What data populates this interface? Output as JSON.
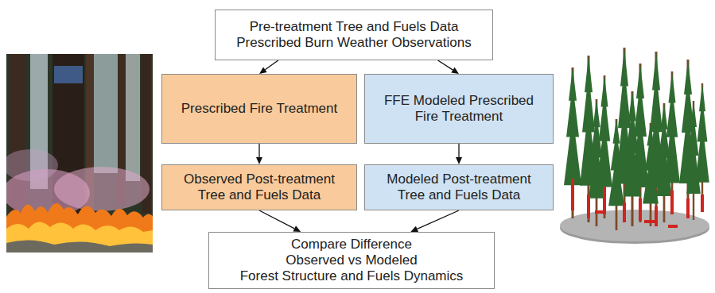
{
  "diagram": {
    "nodes": [
      {
        "text": [
          "Pre-treatment Tree and Fuels Data Prescribed Burn Weather Observations"
        ]
      },
      {
        "text": [
          "Prescribed Fire Treatment"
        ]
      },
      {
        "text": [
          "FFE Modeled Prescribed Fire Treatment"
        ]
      },
      {
        "text": [
          "Observed Post-treatment Tree and Fuels Data"
        ]
      },
      {
        "text": [
          "Modeled Post-treatment Tree and Fuels Data"
        ]
      },
      {
        "text": [
          "Compare Difference",
          "Observed vs Modeled",
          "Forest Structure and Fuels Dynamics"
        ]
      }
    ],
    "edges": [
      {
        "from": 0,
        "to": 1,
        "arrow": "to"
      },
      {
        "from": 0,
        "to": 2,
        "arrow": "to"
      },
      {
        "from": 1,
        "to": 3,
        "arrow": "to"
      },
      {
        "from": 2,
        "to": 4,
        "arrow": "to"
      },
      {
        "from": 3,
        "to": 5,
        "arrow": "to"
      },
      {
        "from": 4,
        "to": 5,
        "arrow": "to"
      }
    ]
  }
}
